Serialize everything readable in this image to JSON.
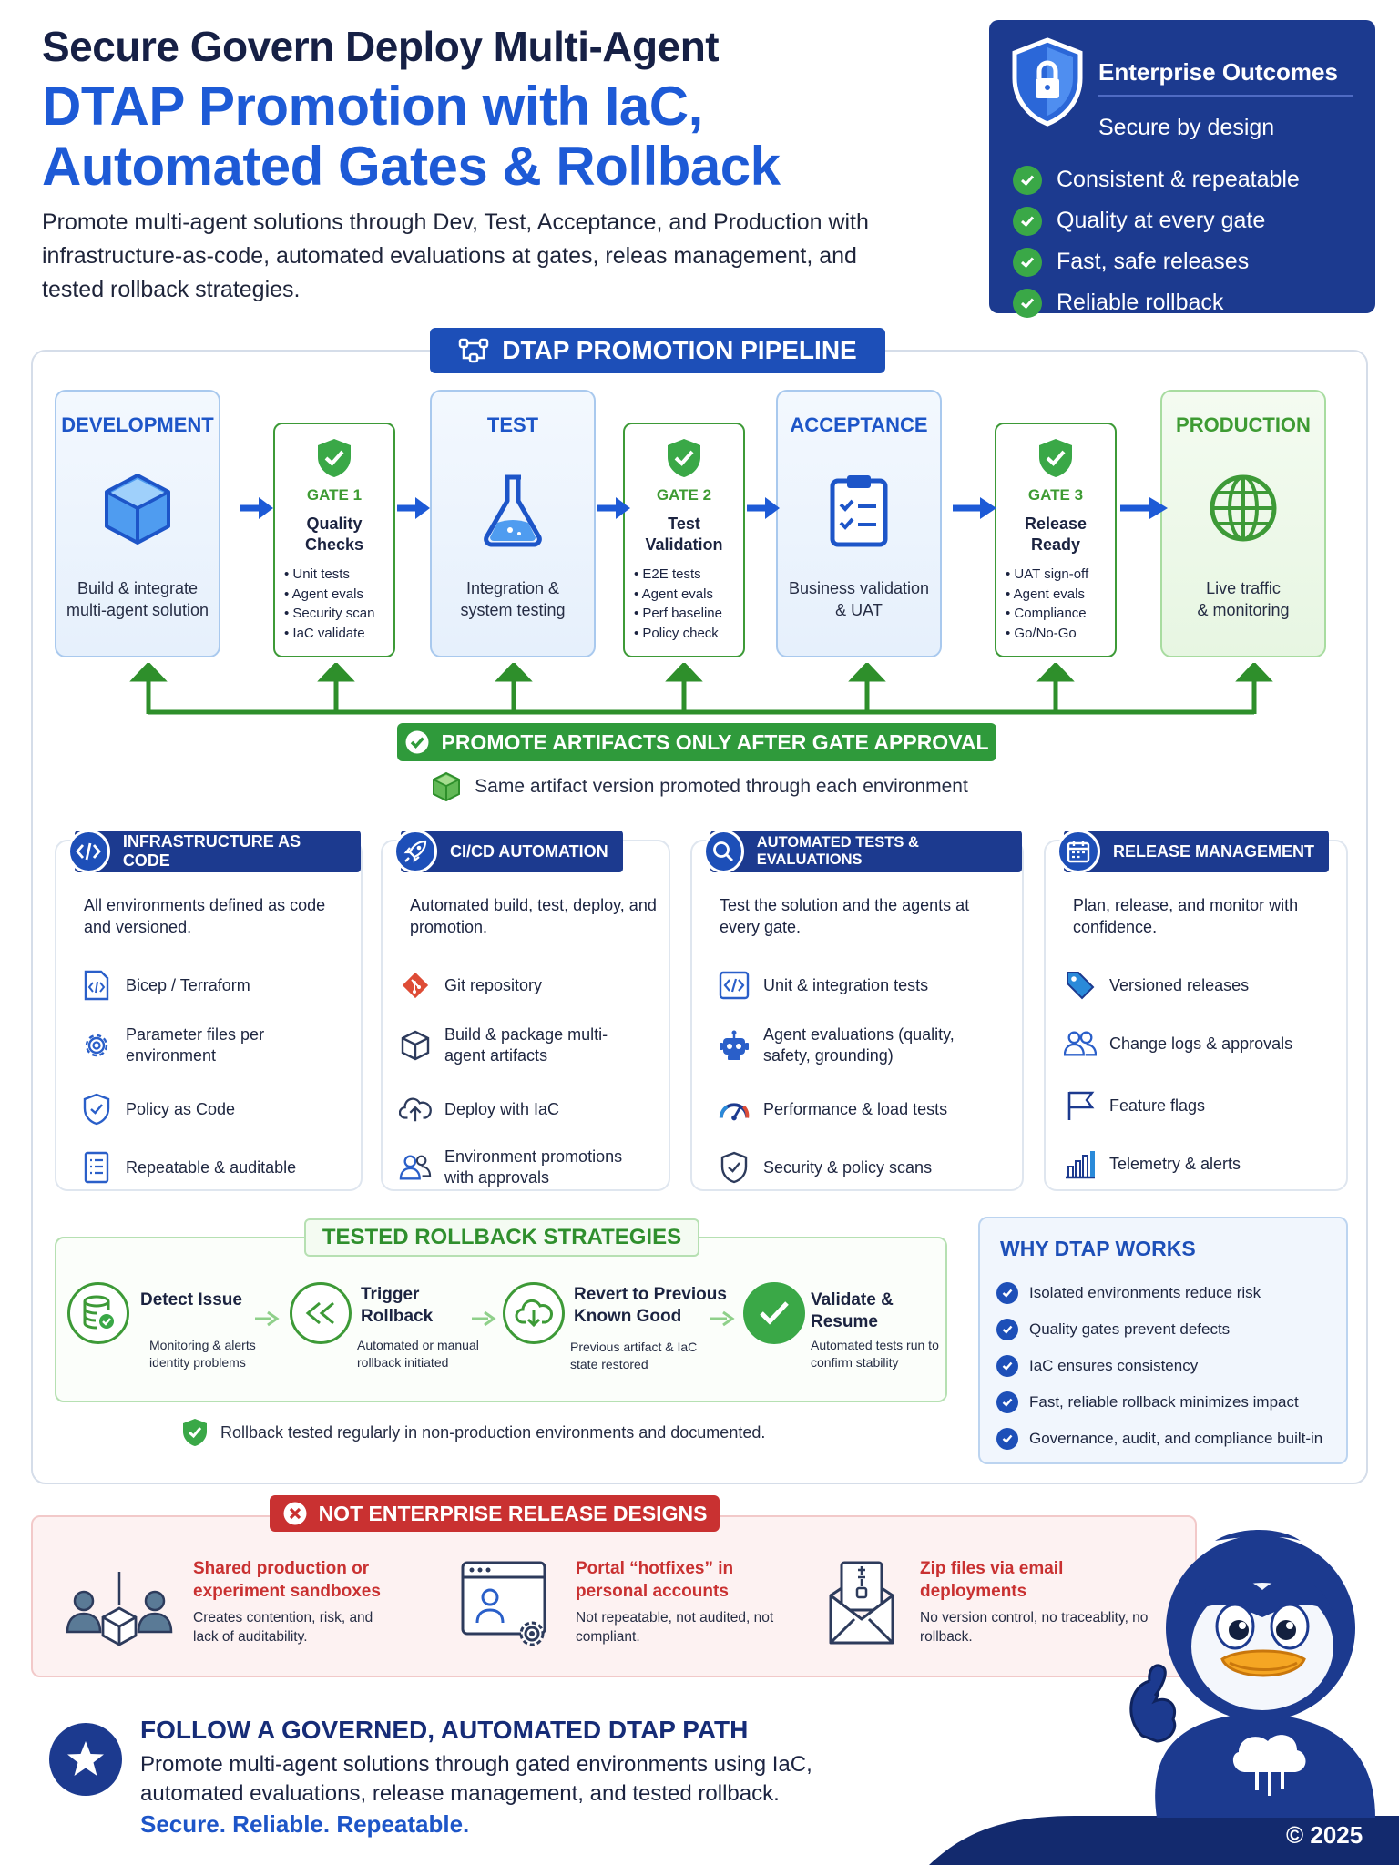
{
  "header": {
    "eyebrow": "Secure Govern Deploy Multi-Agent",
    "title_line1": "DTAP Promotion with IaC,",
    "title_line2": "Automated Gates & Rollback",
    "subtitle": "Promote multi-agent solutions through Dev, Test, Acceptance, and Production with infrastructure-as-code, automated evaluations at gates, releas management, and tested rollback strategies."
  },
  "outcomes": {
    "title": "Enterprise Outcomes",
    "lead": "Secure by design",
    "items": [
      "Consistent & repeatable",
      "Quality at every gate",
      "Fast, safe releases",
      "Reliable rollback"
    ]
  },
  "pipeline": {
    "title": "DTAP PROMOTION PIPELINE",
    "environments": [
      {
        "name": "DEVELOPMENT",
        "desc_line1": "Build & integrate",
        "desc_line2": "multi-agent solution",
        "icon": "cube-icon"
      },
      {
        "name": "TEST",
        "desc_line1": "Integration &",
        "desc_line2": "system testing",
        "icon": "flask-icon"
      },
      {
        "name": "ACCEPTANCE",
        "desc_line1": "Business validation",
        "desc_line2": "& UAT",
        "icon": "clipboard-icon"
      },
      {
        "name": "PRODUCTION",
        "desc_line1": "Live traffic",
        "desc_line2": "& monitoring",
        "icon": "globe-icon"
      }
    ],
    "gates": [
      {
        "number": "GATE 1",
        "name_line1": "Quality",
        "name_line2": "Checks",
        "checks": [
          "Unit tests",
          "Agent evals",
          "Security scan",
          "IaC validate"
        ]
      },
      {
        "number": "GATE 2",
        "name_line1": "Test",
        "name_line2": "Validation",
        "checks": [
          "E2E tests",
          "Agent evals",
          "Perf baseline",
          "Policy check"
        ]
      },
      {
        "number": "GATE 3",
        "name_line1": "Release",
        "name_line2": "Ready",
        "checks": [
          "UAT sign-off",
          "Agent evals",
          "Compliance",
          "Go/No-Go"
        ]
      }
    ],
    "promote_badge": "PROMOTE ARTIFACTS ONLY AFTER GATE APPROVAL",
    "same_artifact_prefix": "Same artifact version",
    "same_artifact_rest": "promoted through each environment",
    "colors": {
      "accent": "#1d4fb8",
      "gate": "#3d9a37",
      "arrow_blue": "#1d5ad6",
      "arrow_green": "#2e8f2b"
    }
  },
  "cards": [
    {
      "title": "INFRASTRUCTURE AS CODE",
      "icon": "code-icon",
      "lead": "All environments defined as code and versioned.",
      "items": [
        {
          "label": "Bicep / Terraform",
          "icon": "code-file-icon"
        },
        {
          "label": "Parameter files per environment",
          "icon": "gear-icon"
        },
        {
          "label": "Policy as Code",
          "icon": "shield-check-icon"
        },
        {
          "label": "Repeatable & auditable",
          "icon": "document-list-icon"
        }
      ]
    },
    {
      "title": "CI/CD AUTOMATION",
      "icon": "rocket-icon",
      "lead": "Automated build, test, deploy, and promotion.",
      "items": [
        {
          "label": "Git repository",
          "icon": "git-icon"
        },
        {
          "label": "Build & package multi-agent artifacts",
          "icon": "package-icon"
        },
        {
          "label": "Deploy with IaC",
          "icon": "cloud-upload-icon"
        },
        {
          "label": "Environment promotions with approvals",
          "icon": "users-icon"
        }
      ]
    },
    {
      "title": "AUTOMATED TESTS & EVALUATIONS",
      "icon": "magnifier-icon",
      "lead": "Test the solution and the agents at every gate.",
      "items": [
        {
          "label": "Unit & integration tests",
          "icon": "code-file-icon"
        },
        {
          "label": "Agent evaluations (quality, safety, grounding)",
          "icon": "robot-icon"
        },
        {
          "label": "Performance & load tests",
          "icon": "gauge-icon"
        },
        {
          "label": "Security & policy scans",
          "icon": "shield-check-icon"
        }
      ]
    },
    {
      "title": "RELEASE MANAGEMENT",
      "icon": "calendar-icon",
      "lead": "Plan, release, and monitor with confidence.",
      "items": [
        {
          "label": "Versioned releases",
          "icon": "tag-icon"
        },
        {
          "label": "Change logs & approvals",
          "icon": "users-icon"
        },
        {
          "label": "Feature flags",
          "icon": "flag-icon"
        },
        {
          "label": "Telemetry & alerts",
          "icon": "bar-chart-icon"
        }
      ]
    }
  ],
  "rollback": {
    "title": "TESTED ROLLBACK STRATEGIES",
    "steps": [
      {
        "title": "Detect Issue",
        "desc": "Monitoring & alerts identity problems"
      },
      {
        "title": "Trigger Rollback",
        "desc": "Automated or manual rollback initiated"
      },
      {
        "title": "Revert to Previous Known Good",
        "desc": "Previous artifact & IaC state restored"
      },
      {
        "title": "Validate & Resume",
        "desc": "Automated tests run to confirm stability"
      }
    ],
    "note": "Rollback tested regularly in non-production environments and documented."
  },
  "why": {
    "title": "WHY DTAP WORKS",
    "items": [
      "Isolated environments reduce risk",
      "Quality gates prevent defects",
      "IaC ensures consistency",
      "Fast, reliable rollback minimizes impact",
      "Governance, audit, and compliance built-in"
    ]
  },
  "not_enterprise": {
    "title": "NOT ENTERPRISE RELEASE DESIGNS",
    "items": [
      {
        "title": "Shared production or experiment sandboxes",
        "desc": "Creates contention, risk, and lack of auditability."
      },
      {
        "title": "Portal “hotfixes” in personal accounts",
        "desc": "Not repeatable, not audited, not compliant."
      },
      {
        "title": "Zip files via email deployments",
        "desc": "No version control, no traceablity, no rollback."
      }
    ],
    "color": "#c93131"
  },
  "footer": {
    "title": "FOLLOW A GOVERNED, AUTOMATED DTAP PATH",
    "text": "Promote multi-agent solutions through gated environments using IaC, automated evaluations, release management, and tested rollback.",
    "tagline": "Secure. Reliable. Repeatable.",
    "copyright": "© 2025"
  }
}
